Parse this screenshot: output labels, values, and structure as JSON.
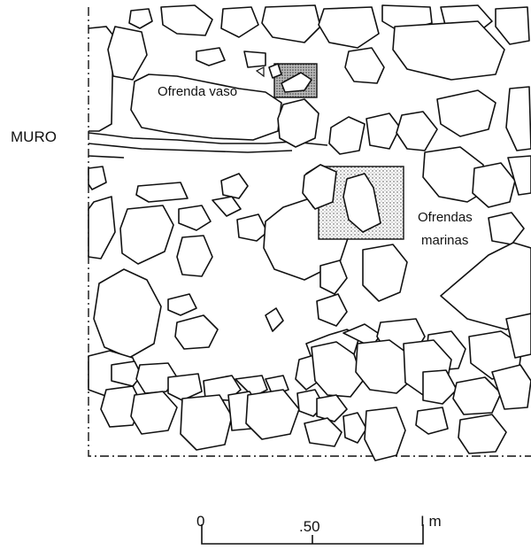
{
  "labels": {
    "wall": "MURO",
    "offering_vase": "Ofrenda vaso",
    "offerings_marine_line1": "Ofrendas",
    "offerings_marine_line2": "marinas"
  },
  "scale_bar": {
    "start": "0",
    "middle": ".50",
    "end": "I m"
  },
  "colors": {
    "ink": "#111111",
    "stipple": "#444444",
    "background": "#ffffff"
  }
}
